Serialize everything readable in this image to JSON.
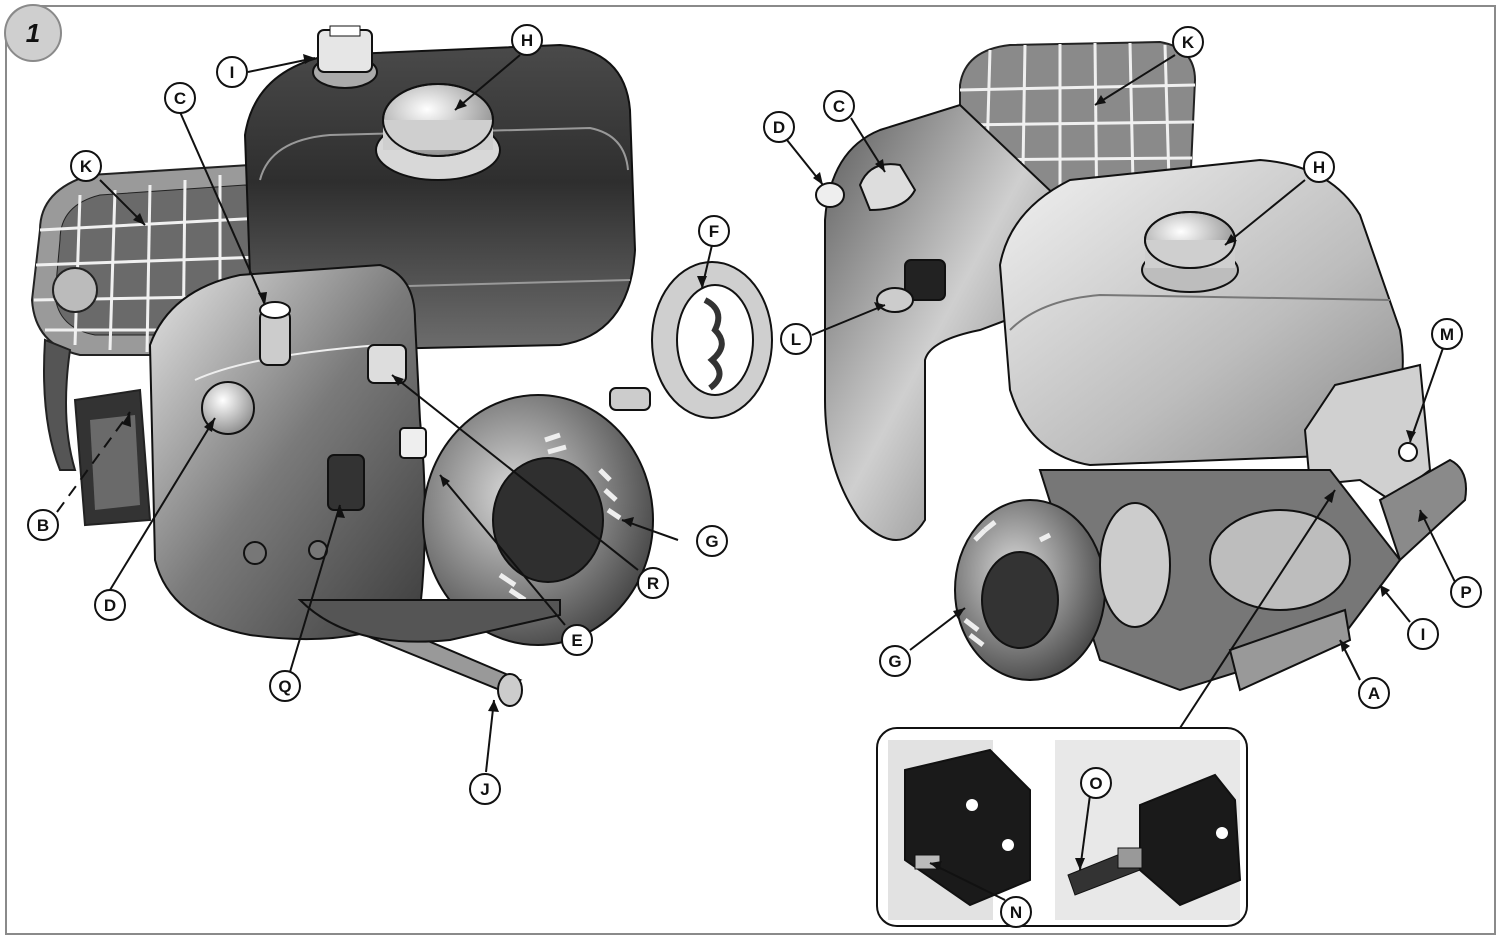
{
  "figure_number": "1",
  "watermark": "",
  "left_engine": {
    "callouts": {
      "I": "I",
      "H": "H",
      "C": "C",
      "K": "K",
      "F": "F",
      "B": "B",
      "D": "D",
      "G": "G",
      "R": "R",
      "E": "E",
      "Q": "Q",
      "J": "J"
    }
  },
  "right_engine": {
    "callouts": {
      "K": "K",
      "D": "D",
      "C": "C",
      "H": "H",
      "L": "L",
      "M": "M",
      "P": "P",
      "I": "I",
      "G": "G",
      "A": "A"
    }
  },
  "inset": {
    "callouts": {
      "O": "O",
      "N": "N"
    }
  },
  "colors": {
    "frame": "#8a8a8a",
    "engine_dark": "#3a3a3a",
    "engine_mid": "#8c8c8c",
    "engine_light": "#d8d8d8",
    "inset_block": "#1a1a1a"
  }
}
